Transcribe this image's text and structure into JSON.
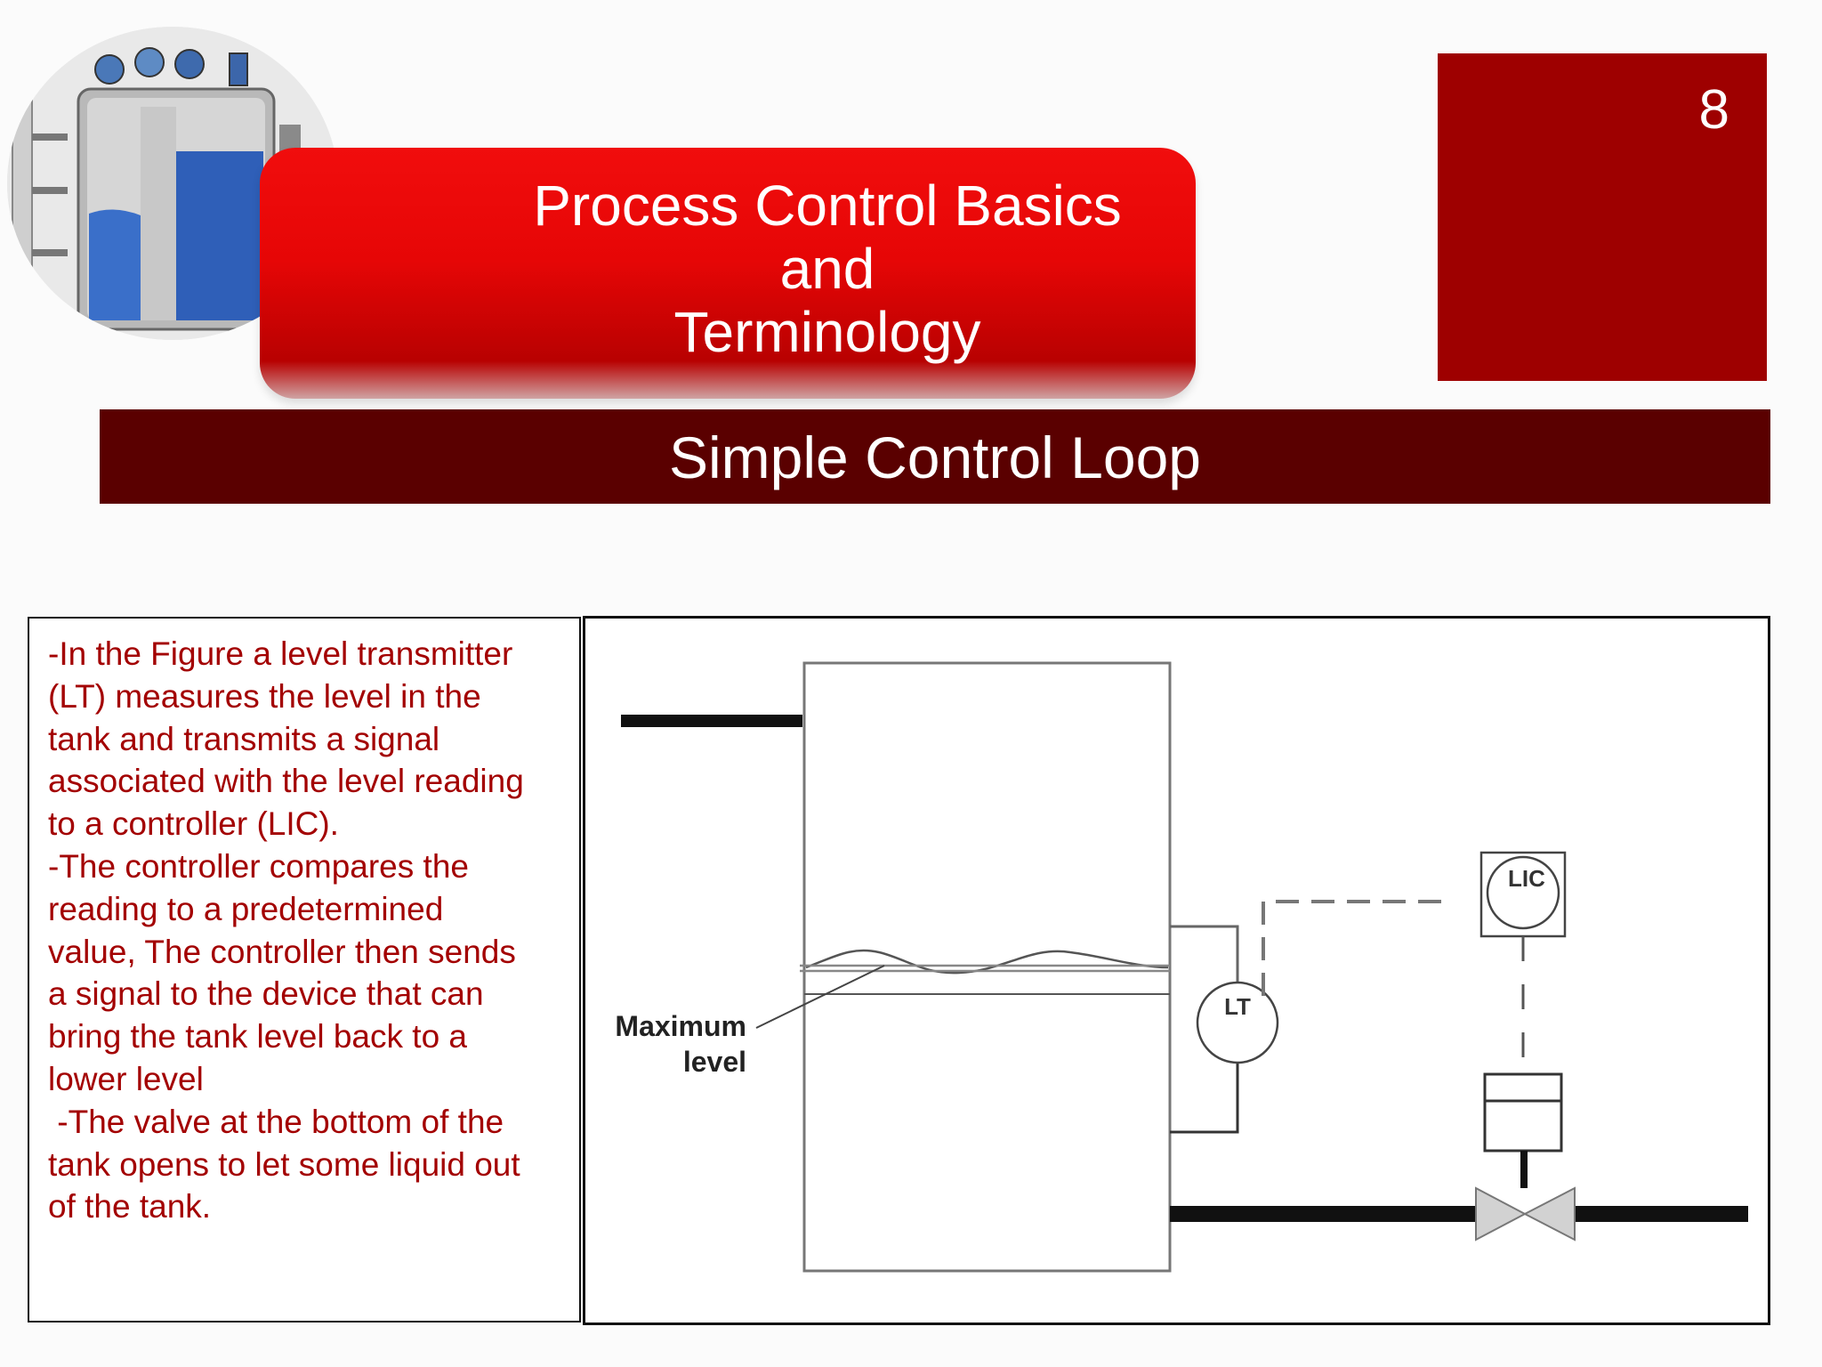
{
  "header": {
    "title_lines": [
      "Process Control Basics",
      "and",
      "Terminology"
    ],
    "slide_number": "8"
  },
  "subtitle": "Simple Control Loop",
  "body_text_lines": [
    "-In the Figure a level transmitter",
    "(LT) measures the level in the",
    "tank and transmits a signal",
    "associated with the level reading",
    "to a controller (LIC).",
    "-The controller compares the",
    "reading to a predetermined",
    "value,  The controller then sends",
    "a signal to the device that can",
    "bring the tank level back to a",
    "lower level",
    " -The valve at the bottom of the",
    "tank opens to let some liquid out",
    "of the tank."
  ],
  "figure": {
    "lt_label": "LT",
    "lic_label": "LIC",
    "max_label_line1": "Maximum",
    "max_label_line2": "level"
  },
  "colors": {
    "title_red": "#e60606",
    "number_box": "#9e0000",
    "subtitle_bar": "#5a0000",
    "body_text": "#a30000"
  }
}
